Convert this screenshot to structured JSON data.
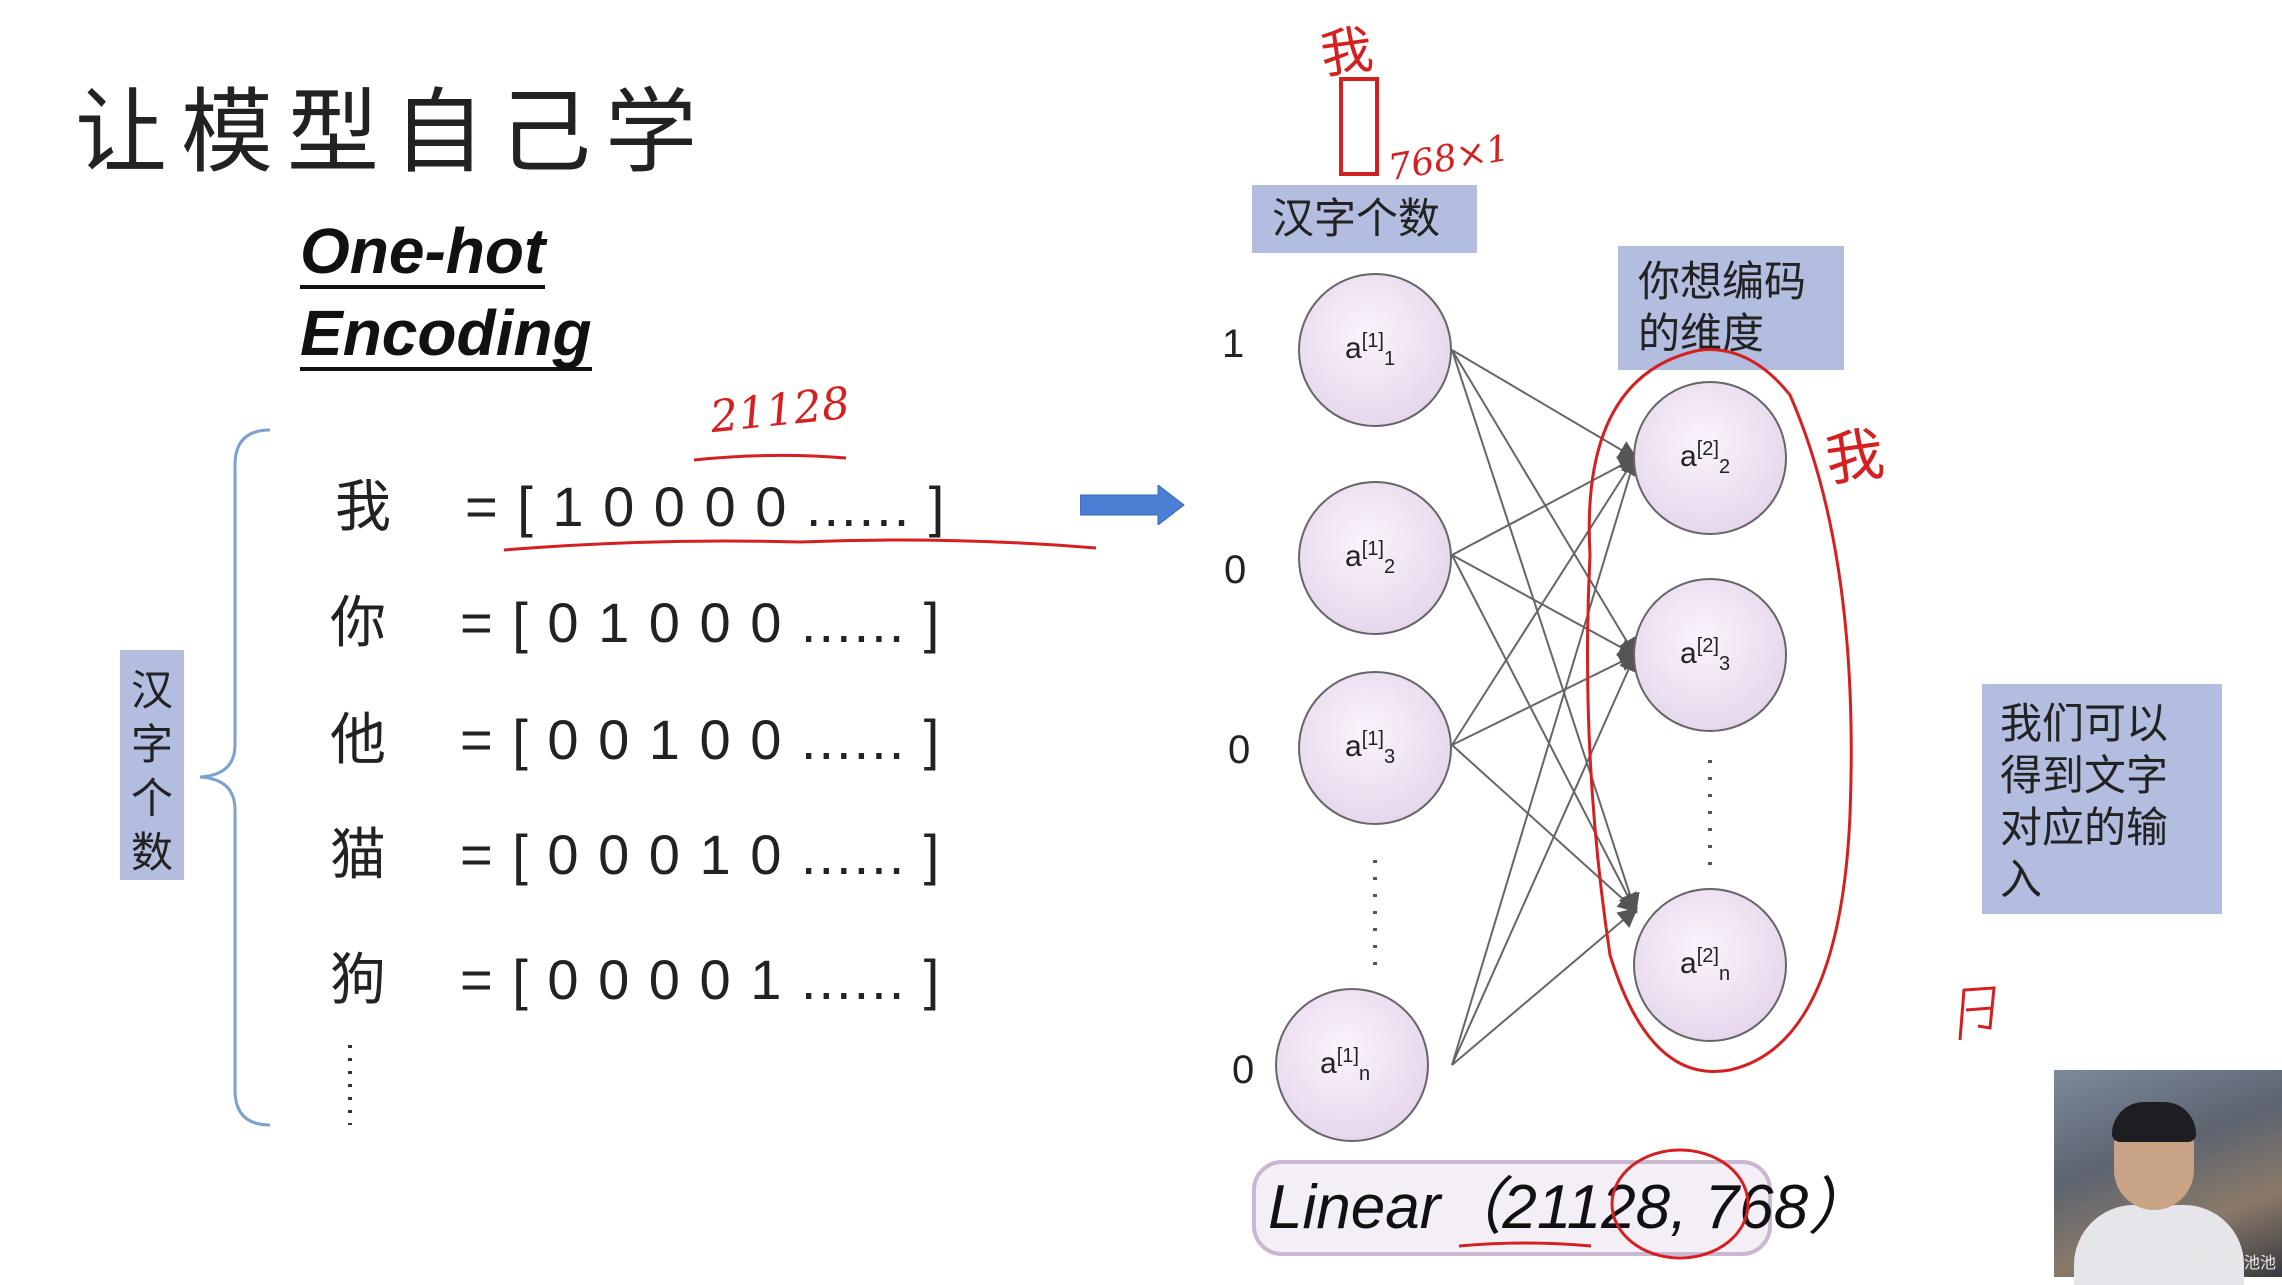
{
  "title": "让模型自己学",
  "onehot": {
    "line1": "One-hot",
    "line2": "Encoding"
  },
  "side_label": "汉字个数",
  "annotation_21128": "21128",
  "rows": [
    {
      "char": "我",
      "vector": "= [ 1   0   0   0   0 ...... ]"
    },
    {
      "char": "你",
      "vector": "= [ 0   1   0   0   0 ...... ]"
    },
    {
      "char": "他",
      "vector": "= [ 0   0   1   0   0 ...... ]"
    },
    {
      "char": "猫",
      "vector": "= [ 0   0   0   1   0 ...... ]"
    },
    {
      "char": "狗",
      "vector": "= [ 0   0   0   0   1 ...... ]"
    }
  ],
  "top_box": "汉字个数",
  "handwritten_wo": "我",
  "handwritten_768x1": "768×1",
  "dim_box": "你想编码的维度",
  "input_values": [
    "1",
    "0",
    "0",
    "0"
  ],
  "layer1": [
    {
      "base": "a",
      "sup": "[1]",
      "sub": "1"
    },
    {
      "base": "a",
      "sup": "[1]",
      "sub": "2"
    },
    {
      "base": "a",
      "sup": "[1]",
      "sub": "3"
    },
    {
      "base": "a",
      "sup": "[1]",
      "sub": "n"
    }
  ],
  "layer2": [
    {
      "base": "a",
      "sup": "[2]",
      "sub": "2"
    },
    {
      "base": "a",
      "sup": "[2]",
      "sub": "3"
    },
    {
      "base": "a",
      "sup": "[2]",
      "sub": "n"
    }
  ],
  "right_box": "我们可以得到文字对应的输入",
  "linear": "Linear（21128, 768）",
  "webcam_watermark": "CSDN @池池池",
  "colors": {
    "label_box": "#b3bde0",
    "neuron_fill": "#efe6f3",
    "annotation_red": "#d42020",
    "arrow_blue": "#4a7fd4"
  }
}
